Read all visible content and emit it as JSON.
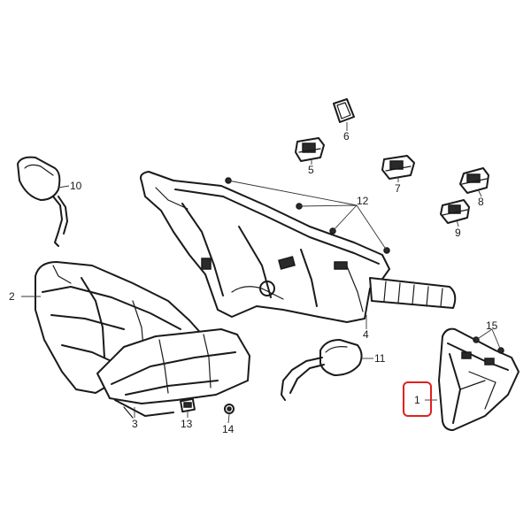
{
  "diagram": {
    "callouts": {
      "part_1": "1",
      "part_2": "2",
      "part_3": "3",
      "part_4": "4",
      "part_5": "5",
      "part_6": "6",
      "part_7": "7",
      "part_8": "8",
      "part_9": "9",
      "part_10": "10",
      "part_11": "11",
      "part_12": "12",
      "part_13": "13",
      "part_14": "14",
      "part_15": "15"
    },
    "highlighted_part": "1",
    "highlight_color": "#e02020",
    "line_color": "#1a1a1a"
  }
}
